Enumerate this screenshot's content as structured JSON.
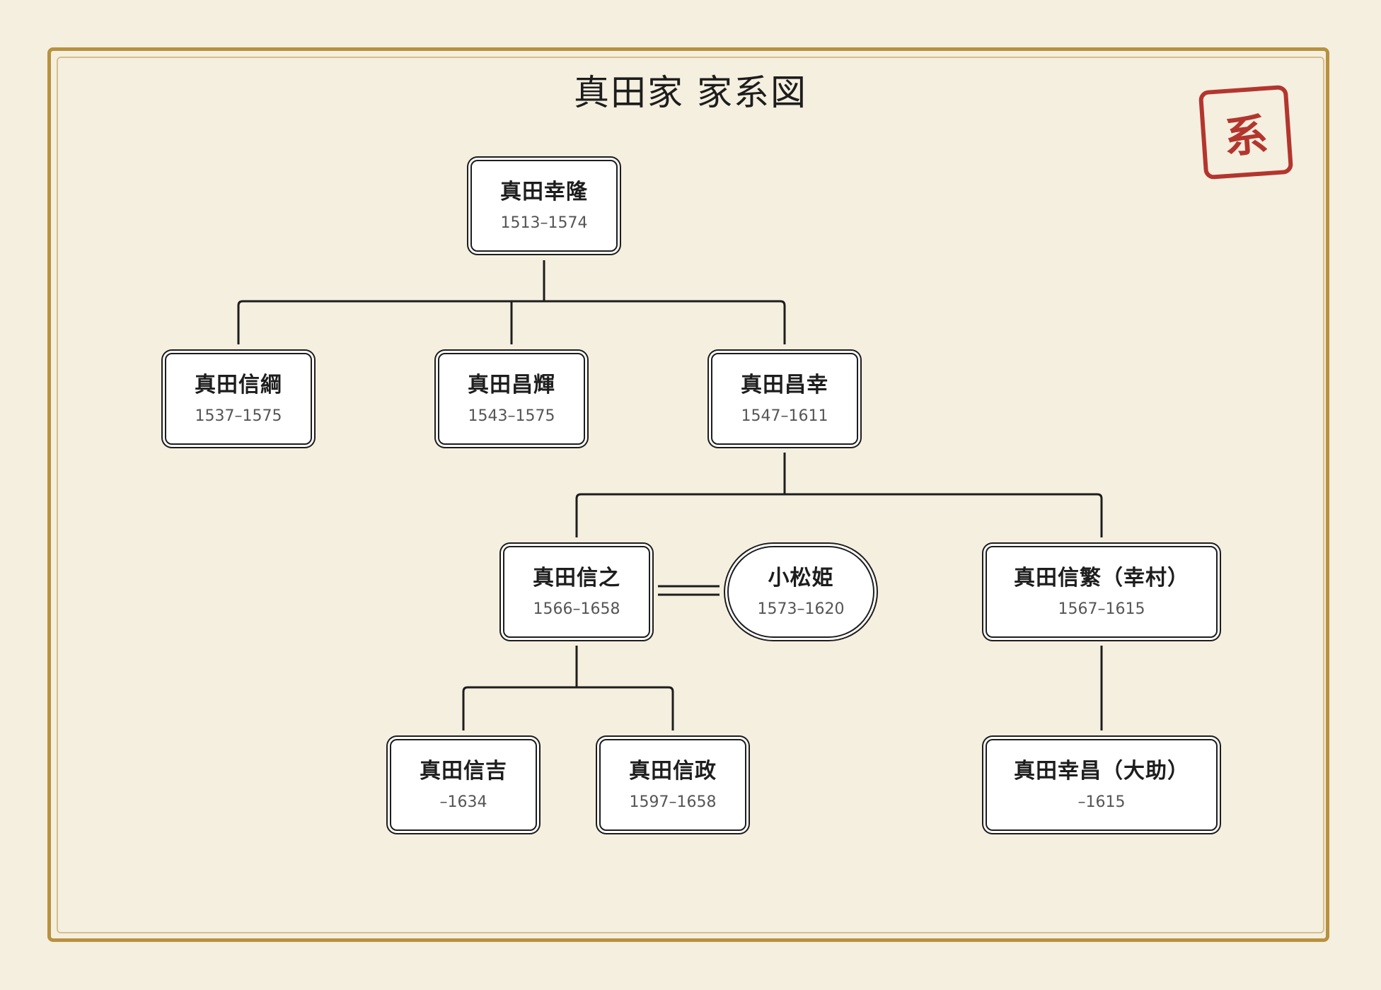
{
  "title": "真田家 家系図",
  "seal": "系",
  "colors": {
    "background": "#f5efe0",
    "frame": "#b8913f",
    "seal": "#b3362e",
    "ink": "#1d1d1d"
  },
  "people": {
    "yukitaka": {
      "name": "真田幸隆",
      "years": "1513–1574"
    },
    "nobutsuna": {
      "name": "真田信綱",
      "years": "1537–1575"
    },
    "masateru": {
      "name": "真田昌輝",
      "years": "1543–1575"
    },
    "masayuki": {
      "name": "真田昌幸",
      "years": "1547–1611"
    },
    "nobuyuki": {
      "name": "真田信之",
      "years": "1566–1658"
    },
    "komatsuhime": {
      "name": "小松姫",
      "years": "1573–1620"
    },
    "nobushige": {
      "name": "真田信繁（幸村）",
      "years": "1567–1615"
    },
    "nobuyoshi": {
      "name": "真田信吉",
      "years": "–1634"
    },
    "nobumasa": {
      "name": "真田信政",
      "years": "1597–1658"
    },
    "yukimasa": {
      "name": "真田幸昌（大助）",
      "years": "–1615"
    }
  }
}
